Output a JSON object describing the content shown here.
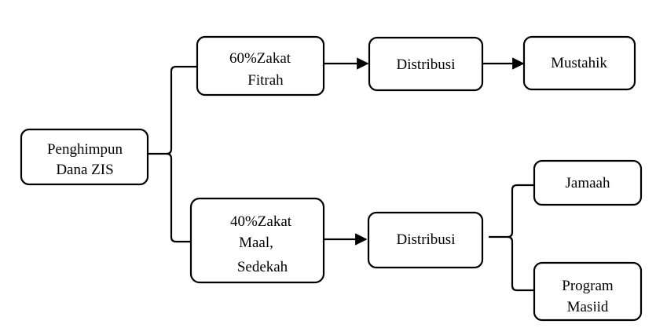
{
  "nodes": {
    "source": {
      "lines": [
        "Penghimpun",
        "Dana ZIS"
      ]
    },
    "zakat_fitrah": {
      "lines": [
        "60%Zakat",
        "Fitrah"
      ]
    },
    "distribusi_top": {
      "lines": [
        "Distribusi"
      ]
    },
    "mustahik": {
      "lines": [
        "Mustahik"
      ]
    },
    "zakat_maal": {
      "lines": [
        "40%Zakat",
        "Maal,",
        "Sedekah"
      ]
    },
    "distribusi_bottom": {
      "lines": [
        "Distribusi"
      ]
    },
    "jamaah": {
      "lines": [
        "Jamaah"
      ]
    },
    "program_masjid": {
      "lines": [
        "Program",
        "Masjid"
      ]
    }
  }
}
